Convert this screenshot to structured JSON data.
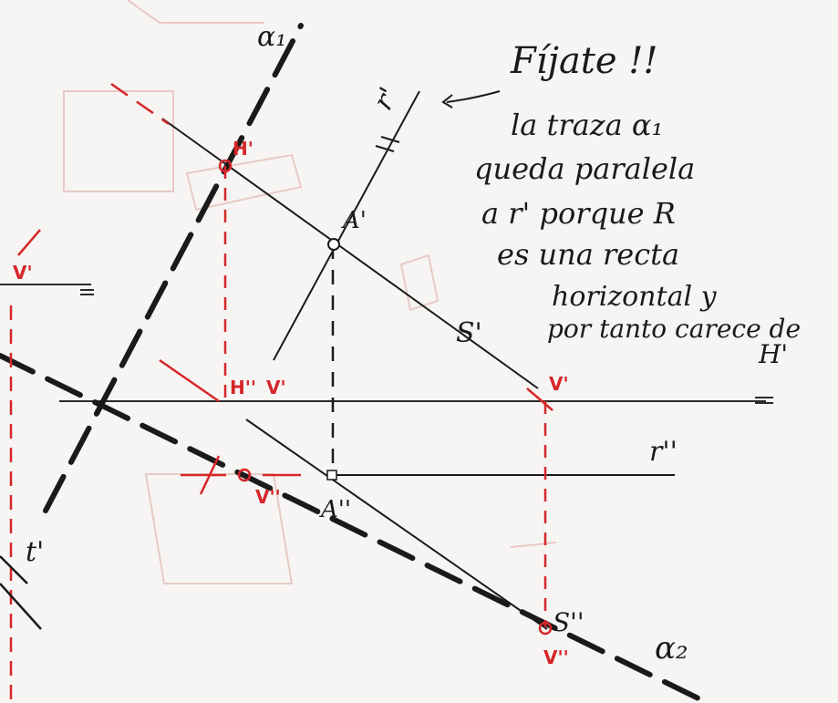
{
  "colors": {
    "paper": "#f6f5f3",
    "ink": "#1a1a1a",
    "red": "#d6262a",
    "ghost": "#e9c9c6"
  },
  "labels": {
    "alpha1": "α₁",
    "alpha2": "α₂",
    "r_prime": "r'",
    "r_dprime": "r''",
    "s_prime": "S'",
    "s_dprime": "S''",
    "a_prime": "A'",
    "a_dprime": "A''",
    "t_prime": "t'",
    "h_prime": "H'",
    "h_dprime": "H''",
    "v_prime_left": "V'",
    "v_prime_mid": "V'",
    "v_prime_right": "V'",
    "v_dprime_mid": "V''",
    "v_dprime_right": "V''"
  },
  "note": {
    "title": "Fíjate !!",
    "lines": [
      "la traza α₁",
      "queda paralela",
      "a r' porque R",
      "es una recta",
      "horizontal y",
      "por tanto carece de",
      "H'"
    ]
  }
}
